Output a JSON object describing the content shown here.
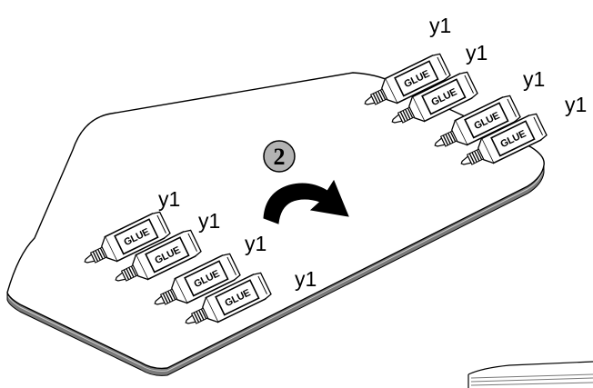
{
  "step": {
    "number": "2"
  },
  "glue_tubes": [
    {
      "text": "GLUE",
      "group": "right"
    },
    {
      "text": "GLUE",
      "group": "right"
    },
    {
      "text": "GLUE",
      "group": "right"
    },
    {
      "text": "GLUE",
      "group": "right"
    },
    {
      "text": "GLUE",
      "group": "left"
    },
    {
      "text": "GLUE",
      "group": "left"
    },
    {
      "text": "GLUE",
      "group": "left"
    },
    {
      "text": "GLUE",
      "group": "left"
    }
  ],
  "labels": [
    {
      "text": "y1"
    },
    {
      "text": "y1"
    },
    {
      "text": "y1"
    },
    {
      "text": "y1"
    },
    {
      "text": "y1"
    },
    {
      "text": "y1"
    },
    {
      "text": "y1"
    },
    {
      "text": "y1"
    }
  ],
  "colors": {
    "board_fill": "#ffffff",
    "board_edge": "#444444",
    "line": "#000000",
    "step_badge": "#b3b3b3",
    "arrow": "#000000"
  },
  "icons": {
    "rotate_arrow": "curved-arrow-right-icon",
    "glue_tube": "glue-tube-icon"
  }
}
